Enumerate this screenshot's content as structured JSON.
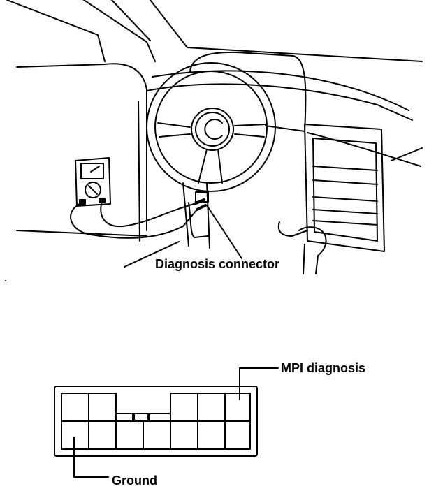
{
  "labels": {
    "diagnosis_connector": "Diagnosis connector",
    "mpi_diagnosis": "MPI diagnosis",
    "ground": "Ground"
  },
  "colors": {
    "ink": "#000000",
    "paper": "#ffffff"
  }
}
